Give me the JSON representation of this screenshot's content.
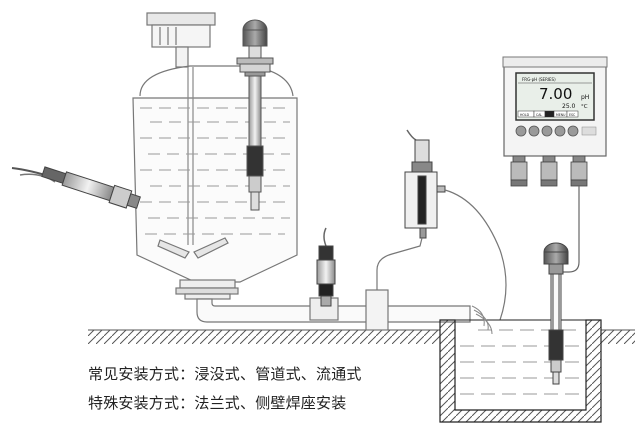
{
  "analyzer": {
    "header": "FRG-pH (SERIES)",
    "reading_value": "7.00",
    "reading_unit": "pH",
    "temp_value": "25.0",
    "temp_unit": "°C",
    "softkeys": [
      "HOLD",
      "CAL",
      "",
      "MENU",
      "ESC"
    ]
  },
  "captions": {
    "common": "常见安装方式：浸没式、管道式、流通式",
    "special": "特殊安装方式：法兰式、侧壁焊座安装"
  }
}
